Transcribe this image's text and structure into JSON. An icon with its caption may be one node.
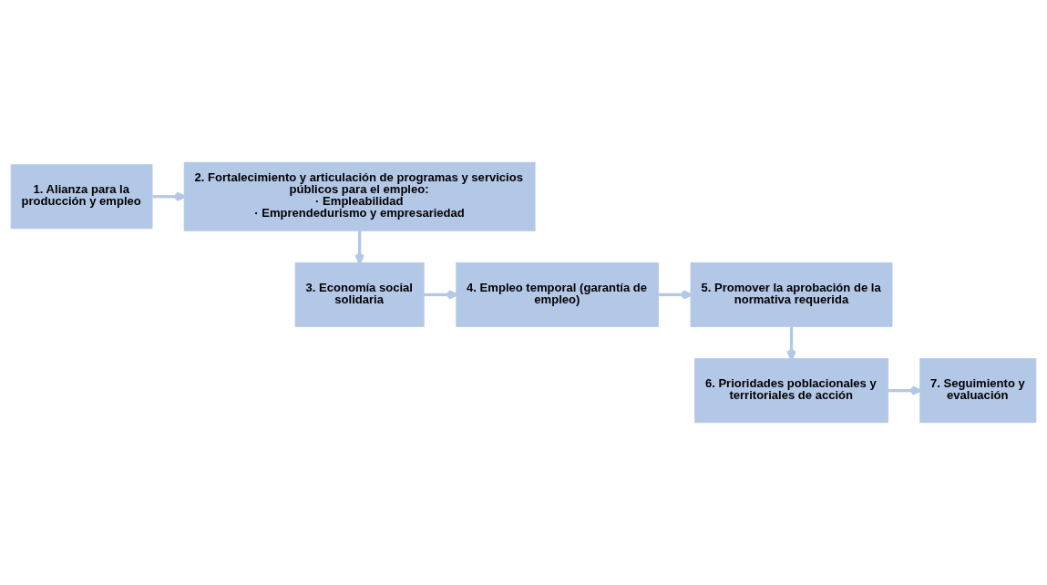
{
  "diagram": {
    "nodes": [
      {
        "text": [
          "1. Alianza para la producción y empleo"
        ]
      },
      {
        "text": [
          "2. Fortalecimiento y articulación de programas y servicios públicos para el empleo:",
          "· Empleabilidad",
          "· Emprendedurismo y empresariedad"
        ]
      },
      {
        "text": [
          "3. Economía social solidaria"
        ]
      },
      {
        "text": [
          "4. Empleo temporal (garantía de empleo)"
        ]
      },
      {
        "text": [
          "5. Promover la aprobación de la normativa requerida"
        ]
      },
      {
        "text": [
          "6. Prioridades poblacionales y territoriales de acción"
        ]
      },
      {
        "text": [
          "7. Seguimiento y evaluación"
        ]
      }
    ],
    "edges": [
      {
        "from": 0,
        "to": 1,
        "arrow": "to"
      },
      {
        "from": 1,
        "to": 2,
        "arrow": "to"
      },
      {
        "from": 2,
        "to": 3,
        "arrow": "to"
      },
      {
        "from": 3,
        "to": 4,
        "arrow": "to"
      },
      {
        "from": 4,
        "to": 5,
        "arrow": "to"
      },
      {
        "from": 5,
        "to": 6,
        "arrow": "to"
      }
    ]
  }
}
